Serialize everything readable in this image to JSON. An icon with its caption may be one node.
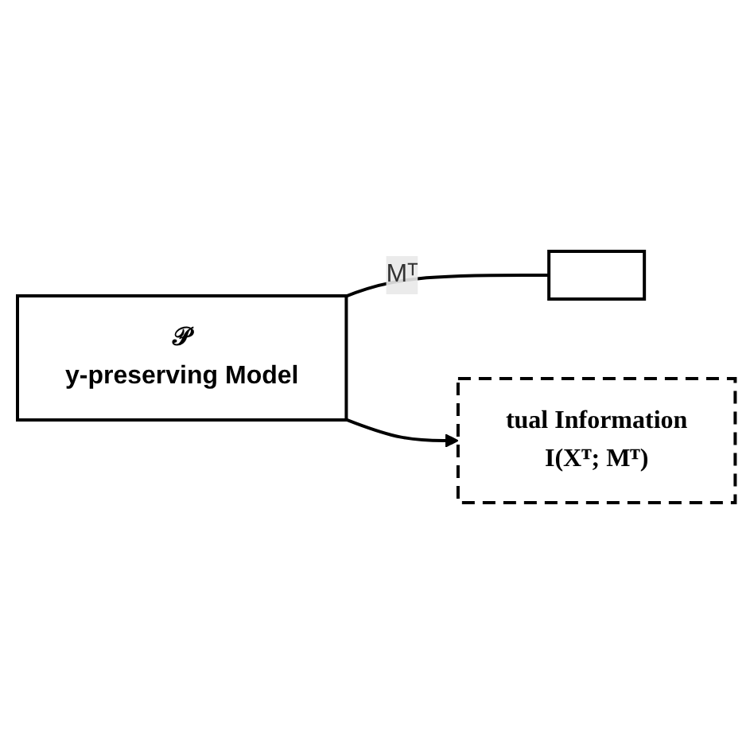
{
  "diagram": {
    "nodes": [
      {
        "text": [
          "𝒫",
          "y-preserving Model"
        ]
      },
      {
        "text": [],
        "shape": "box"
      },
      {
        "text": [
          "tual Information",
          "I(Xᵀ; Mᵀ)"
        ]
      }
    ],
    "edges": [
      {
        "from": 0,
        "to": 1,
        "arrow": "none",
        "label": "Mᵀ"
      },
      {
        "from": 0,
        "to": 2,
        "arrow": "to"
      }
    ]
  }
}
